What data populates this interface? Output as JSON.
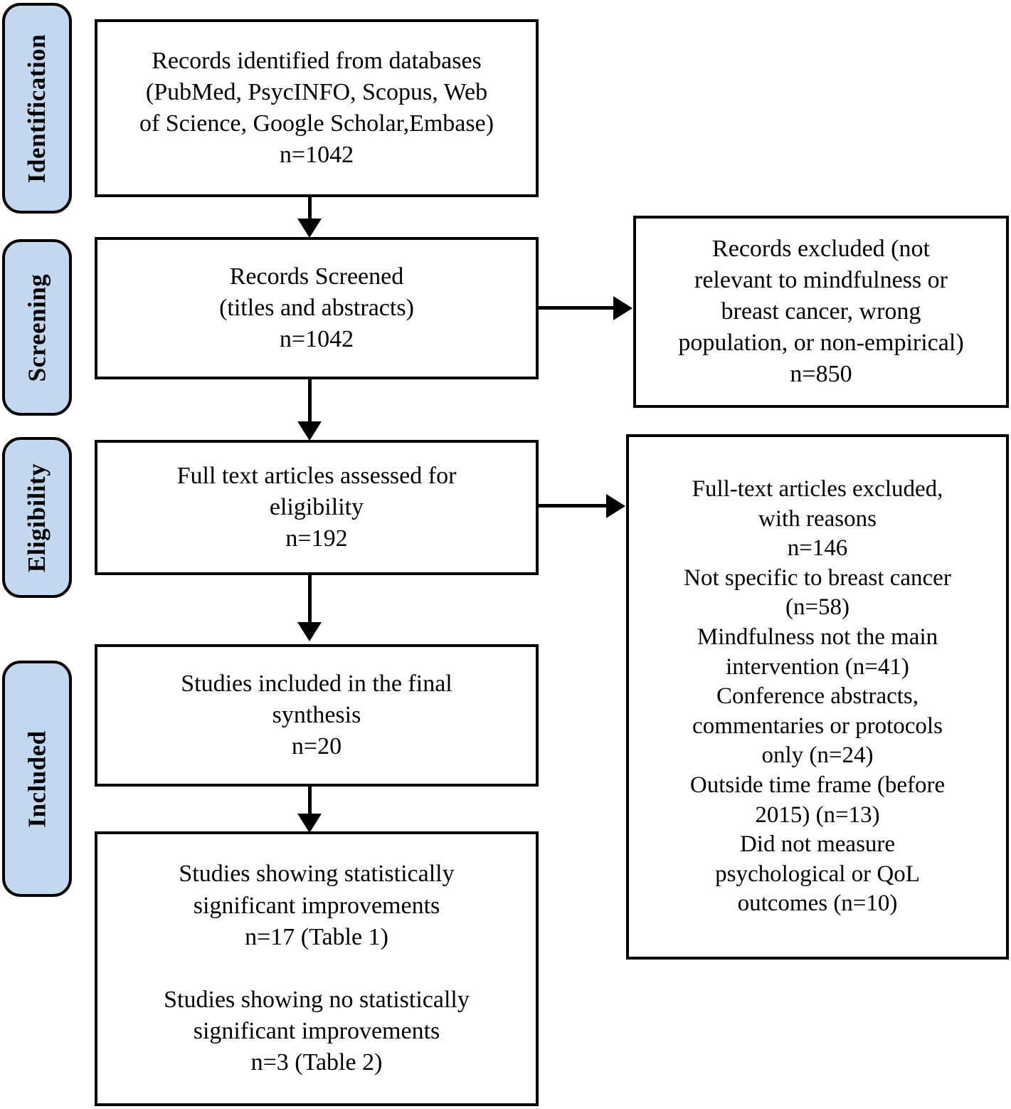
{
  "diagram": {
    "type": "prisma-flow-diagram",
    "colors": {
      "stage_pill_fill": "#c3d8ee",
      "stroke": "#000000",
      "box_fill": "#ffffff"
    },
    "stages": [
      {
        "id": "identification",
        "label": "Identification"
      },
      {
        "id": "screening",
        "label": "Screening"
      },
      {
        "id": "eligibility",
        "label": "Eligibility"
      },
      {
        "id": "included",
        "label": "Included"
      }
    ],
    "boxes": {
      "records_identified": {
        "text": "Records identified from databases\n(PubMed, PsycINFO, Scopus, Web\nof Science, Google Scholar,Embase)\nn=1042",
        "n": 1042
      },
      "records_screened": {
        "text": "Records Screened\n(titles and abstracts)\nn=1042",
        "n": 1042
      },
      "records_excluded": {
        "text": "Records excluded (not\nrelevant to mindfulness or\nbreast cancer,  wrong\npopulation, or non-empirical)\nn=850",
        "n": 850
      },
      "fulltext_assessed": {
        "text": "Full text articles assessed for\neligibility\nn=192",
        "n": 192
      },
      "fulltext_excluded": {
        "text": "Full-text articles excluded,\nwith reasons\nn=146\nNot specific to breast cancer\n(n=58)\nMindfulness not the main\nintervention (n=41)\nConference abstracts,\ncommentaries or protocols\nonly (n=24)\nOutside time frame (before\n2015) (n=13)\nDid not measure\npsychological or QoL\noutcomes (n=10)",
        "n": 146,
        "reasons": [
          {
            "label": "Not specific to breast cancer",
            "n": 58
          },
          {
            "label": "Mindfulness not the main intervention",
            "n": 41
          },
          {
            "label": "Conference abstracts, commentaries or protocols only",
            "n": 24
          },
          {
            "label": "Outside time frame (before 2015)",
            "n": 13
          },
          {
            "label": "Did not measure psychological or QoL outcomes",
            "n": 10
          }
        ]
      },
      "studies_included": {
        "text": "Studies included in the final\nsynthesis\nn=20",
        "n": 20
      },
      "studies_results": {
        "text": "Studies showing statistically\nsignificant improvements\nn=17 (Table 1)\n\nStudies showing no statistically\nsignificant improvements\nn=3 (Table 2)",
        "significant_n": 17,
        "significant_table": "Table 1",
        "non_significant_n": 3,
        "non_significant_table": "Table 2"
      }
    }
  }
}
